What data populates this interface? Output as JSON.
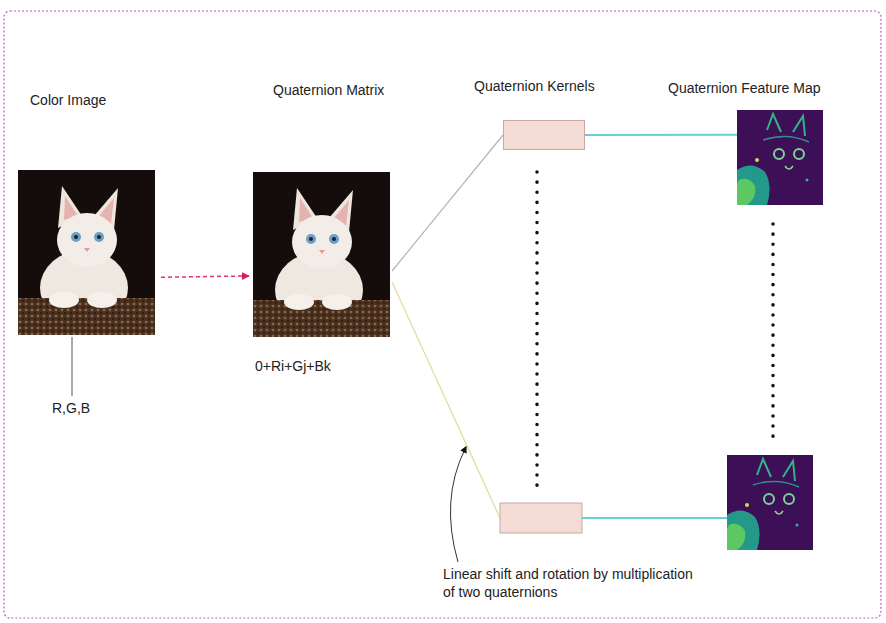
{
  "diagram": {
    "nodes": [
      {
        "text": [
          "Color Image"
        ]
      },
      {
        "text": [
          "Quaternion Matrix",
          "0+Ri+Gj+Bk"
        ]
      },
      {
        "text": [
          "Quaternion Kernels"
        ]
      },
      {
        "text": [
          "Quaternion Feature Map"
        ]
      }
    ],
    "edges": [
      {
        "from": 0,
        "to": 1,
        "arrow": "to"
      },
      {
        "from": 1,
        "to": 2,
        "arrow": "none"
      },
      {
        "from": 2,
        "to": 3,
        "arrow": "none"
      }
    ],
    "labels": [
      "R,G,B",
      "Linear shift and rotation by multiplication of two quaternions"
    ]
  }
}
